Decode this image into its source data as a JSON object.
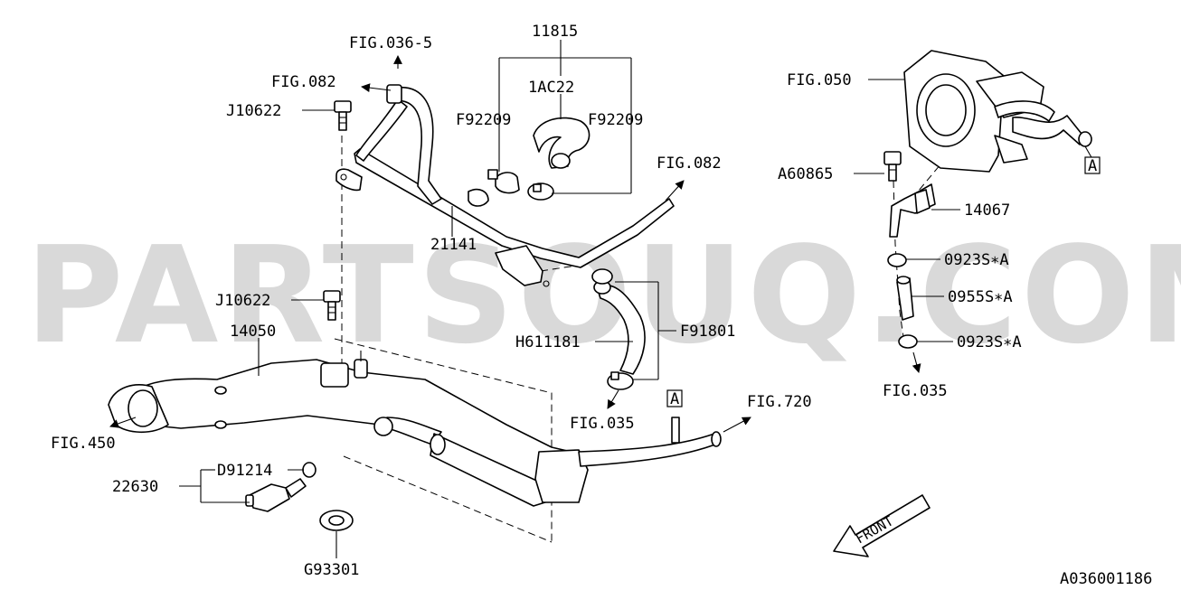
{
  "diagram": {
    "watermark": "PARTSOUQ.COM",
    "figure_code": "A036001186",
    "front_indicator": "FRONT",
    "ref_marker": "A",
    "labels": {
      "fig036_5": "FIG.036-5",
      "fig082_top": "FIG.082",
      "j10622_top": "J10622",
      "p11815": "11815",
      "p1ac22": "1AC22",
      "f92209_left": "F92209",
      "f92209_right": "F92209",
      "fig082_right": "FIG.082",
      "p21141": "21141",
      "j10622_mid": "J10622",
      "p14050": "14050",
      "h611181": "H611181",
      "f91801": "F91801",
      "fig035_mid": "FIG.035",
      "fig720": "FIG.720",
      "fig450": "FIG.450",
      "d91214": "D91214",
      "p22630": "22630",
      "g93301": "G93301",
      "fig050": "FIG.050",
      "a60865": "A60865",
      "p14067": "14067",
      "p0923s_a_top": "0923S∗A",
      "p0955s_a": "0955S∗A",
      "p0923s_a_bot": "0923S∗A",
      "fig035_right": "FIG.035"
    }
  }
}
